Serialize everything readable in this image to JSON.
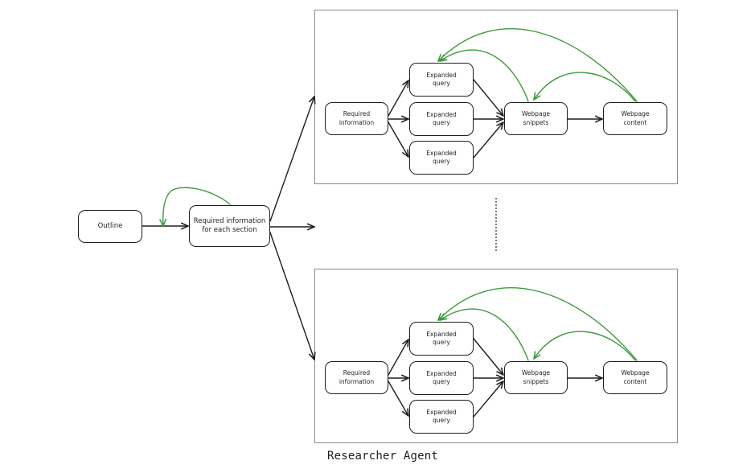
{
  "outline": {
    "label": "Outline"
  },
  "required_each": {
    "line1": "Required information",
    "line2": "for each section"
  },
  "caption": "Researcher Agent",
  "panel_top": {
    "required": {
      "line1": "Required",
      "line2": "information"
    },
    "queries": [
      {
        "line1": "Expanded",
        "line2": "query"
      },
      {
        "line1": "Expanded",
        "line2": "query"
      },
      {
        "line1": "Expanded",
        "line2": "query"
      }
    ],
    "snippets": {
      "line1": "Webpage",
      "line2": "snippets"
    },
    "content": {
      "line1": "Webpage",
      "line2": "content"
    }
  },
  "panel_bottom": {
    "required": {
      "line1": "Required",
      "line2": "information"
    },
    "queries": [
      {
        "line1": "Expanded",
        "line2": "query"
      },
      {
        "line1": "Expanded",
        "line2": "query"
      },
      {
        "line1": "Expanded",
        "line2": "query"
      }
    ],
    "snippets": {
      "line1": "Webpage",
      "line2": "snippets"
    },
    "content": {
      "line1": "Webpage",
      "line2": "content"
    }
  },
  "colors": {
    "stroke": "#1e1e1e",
    "feedback": "#3d9a3d",
    "panel_border": "#8a8a8a"
  }
}
